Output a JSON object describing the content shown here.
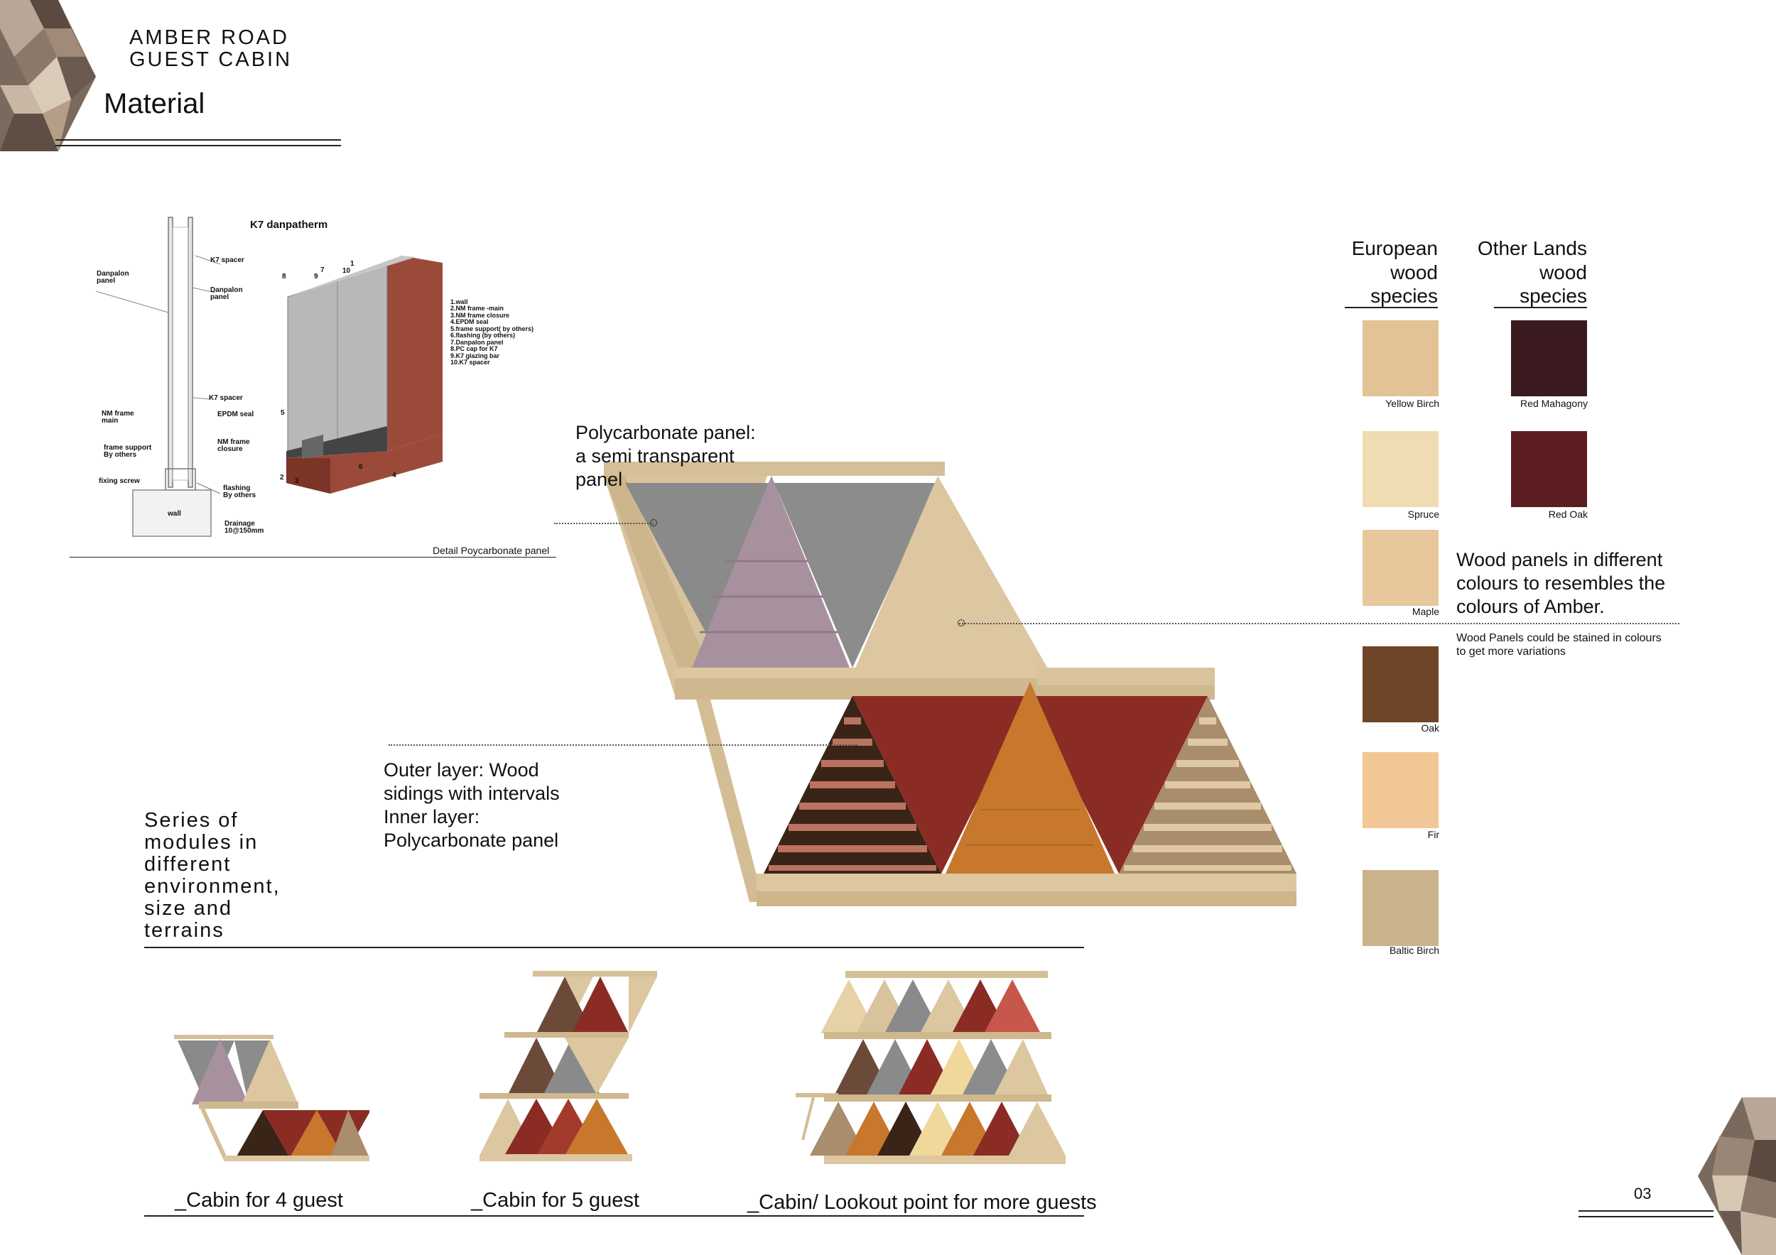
{
  "header": {
    "project_title": "AMBER ROAD\nGUEST CABIN",
    "section_title": "Material"
  },
  "detail": {
    "heading": "K7 danpatherm",
    "caption": "Detail Poycarbonate panel",
    "section_labels": {
      "k7_spacer_top": "K7 spacer",
      "danpalon_panel_left": "Danpalon\npanel",
      "danpalon_panel_right": "Danpalon\npanel",
      "k7_spacer_mid": "K7 spacer",
      "nm_frame_main": "NM frame\nmain",
      "epdm_seal": "EPDM seal",
      "nm_frame_closure": "NM frame\nclosure",
      "frame_support": "frame support\nBy others",
      "fixing_screw": "fixing screw",
      "flashing": "flashing\nBy others",
      "wall": "wall",
      "drainage": "Drainage\n10@150mm"
    },
    "legend": "1.wall\n2.NM frame -main\n3.NM frame closure\n4.EPDM seal\n5.frame support( by others)\n6.flashing (by others)\n7.Danpalon panel\n8.PC cap for K7\n9.K7 glazing bar\n10.K7 spacer",
    "numbers": [
      "1",
      "7",
      "10",
      "8",
      "9",
      "5",
      "2",
      "3",
      "6",
      "4"
    ]
  },
  "annotations": {
    "polycarbonate": "Polycarbonate panel:\na semi transparent\npanel",
    "outer_layer": "Outer layer: Wood\nsidings with intervals\nInner layer:\nPolycarbonate panel",
    "series": "Series of\nmodules in\ndifferent\nenvironment,\nsize and\nterrains",
    "wood_panels": "Wood panels in different\ncolours to resembles the\ncolours of Amber.",
    "wood_stain": "Wood Panels could be stained in colours\nto get more variations"
  },
  "wood": {
    "european_heading": "European\nwood\nspecies",
    "other_heading": "Other Lands\nwood\nspecies",
    "european": [
      {
        "name": "Yellow Birch",
        "color": "#e3c295"
      },
      {
        "name": "Spruce",
        "color": "#f0dcb2"
      },
      {
        "name": "Maple",
        "color": "#e8c79c"
      },
      {
        "name": "Oak",
        "color": "#6e4526"
      },
      {
        "name": "Fir",
        "color": "#f1c796"
      },
      {
        "name": "Baltic Birch",
        "color": "#cbb48c"
      }
    ],
    "other": [
      {
        "name": "Red Mahagony",
        "color": "#3a1a1e"
      },
      {
        "name": "Red Oak",
        "color": "#5b1c22"
      }
    ]
  },
  "cabins": [
    {
      "caption": "_Cabin for 4 guest"
    },
    {
      "caption": "_Cabin for 5 guest"
    },
    {
      "caption": "_Cabin/ Lookout point for more guests"
    }
  ],
  "page_number": "03",
  "colors": {
    "wood_light": "#dcc7a0",
    "wood_dark": "#c9a97a",
    "polycarbonate_grey": "#8a8a8a",
    "mauve_panel": "#a8919e",
    "red_panel": "#8a2c24",
    "orange_panel": "#c7782c"
  }
}
